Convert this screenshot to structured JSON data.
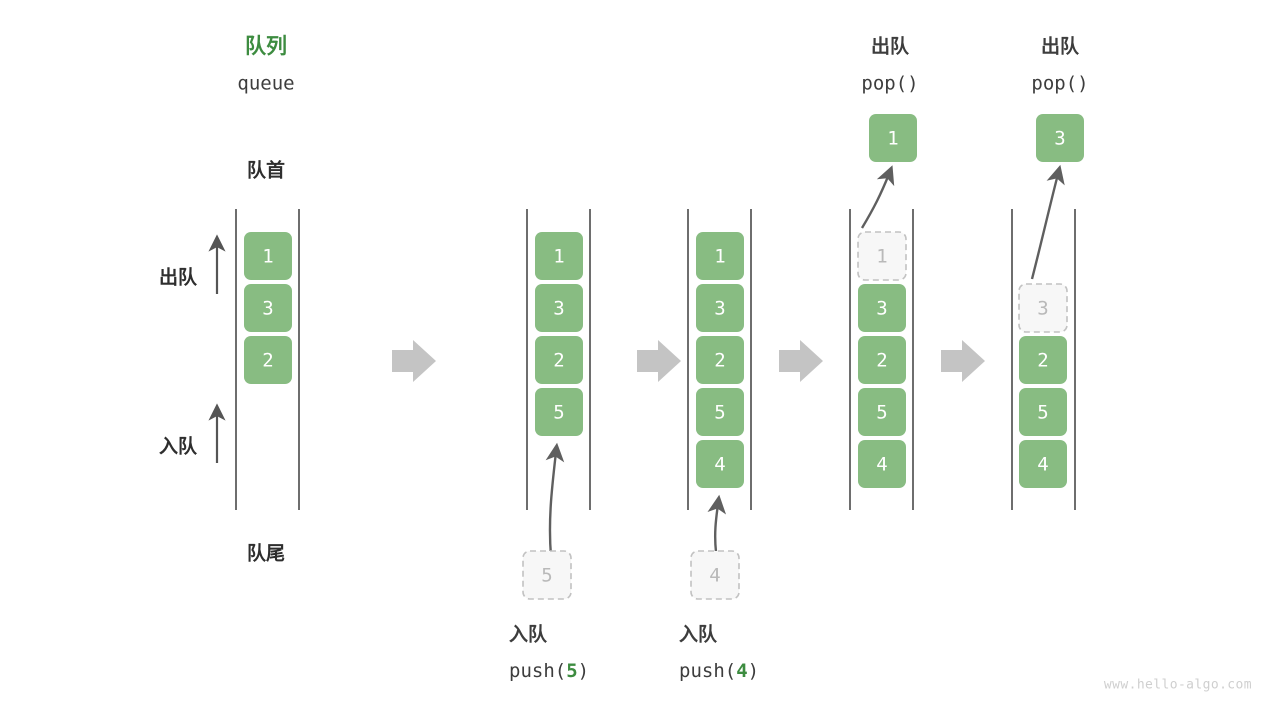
{
  "meta": {
    "title_cjk": "队列",
    "title_en": "queue",
    "watermark": "www.hello-algo.com",
    "colors": {
      "cell_green": "#88bc82",
      "accent_green": "#3d8c40",
      "ghost_fill": "#f7f7f7",
      "ghost_border": "#c2c2c2",
      "rail": "#4a4a4a",
      "step_arrow": "#c4c4c4",
      "text_dark": "#3d3d3d",
      "watermark": "#cfcfcf"
    }
  },
  "labels": {
    "front": "队首",
    "rear": "队尾",
    "dequeue": "出队",
    "enqueue": "入队"
  },
  "columns": [
    {
      "id": "initial",
      "header_cjk": "队列",
      "header_en": "queue",
      "cells": [
        {
          "value": "1",
          "state": "filled",
          "slot": 0
        },
        {
          "value": "3",
          "state": "filled",
          "slot": 1
        },
        {
          "value": "2",
          "state": "filled",
          "slot": 2
        }
      ],
      "popped": null,
      "incoming": null,
      "op_cjk": null,
      "op_call": null,
      "op_arg": null
    },
    {
      "id": "push-5",
      "header_cjk": null,
      "header_en": null,
      "cells": [
        {
          "value": "1",
          "state": "filled",
          "slot": 0
        },
        {
          "value": "3",
          "state": "filled",
          "slot": 1
        },
        {
          "value": "2",
          "state": "filled",
          "slot": 2
        },
        {
          "value": "5",
          "state": "filled",
          "slot": 3
        }
      ],
      "popped": null,
      "incoming": {
        "value": "5"
      },
      "op_cjk": "入队",
      "op_call": "push(",
      "op_arg": "5",
      "op_close": ")"
    },
    {
      "id": "push-4",
      "header_cjk": null,
      "header_en": null,
      "cells": [
        {
          "value": "1",
          "state": "filled",
          "slot": 0
        },
        {
          "value": "3",
          "state": "filled",
          "slot": 1
        },
        {
          "value": "2",
          "state": "filled",
          "slot": 2
        },
        {
          "value": "5",
          "state": "filled",
          "slot": 3
        },
        {
          "value": "4",
          "state": "filled",
          "slot": 4
        }
      ],
      "popped": null,
      "incoming": {
        "value": "4"
      },
      "op_cjk": "入队",
      "op_call": "push(",
      "op_arg": "4",
      "op_close": ")"
    },
    {
      "id": "pop-1",
      "header_cjk": "出队",
      "header_en": "pop()",
      "cells": [
        {
          "value": "1",
          "state": "ghost",
          "slot": 0
        },
        {
          "value": "3",
          "state": "filled",
          "slot": 1
        },
        {
          "value": "2",
          "state": "filled",
          "slot": 2
        },
        {
          "value": "5",
          "state": "filled",
          "slot": 3
        },
        {
          "value": "4",
          "state": "filled",
          "slot": 4
        }
      ],
      "popped": {
        "value": "1"
      },
      "incoming": null,
      "op_cjk": null,
      "op_call": null,
      "op_arg": null
    },
    {
      "id": "pop-3",
      "header_cjk": "出队",
      "header_en": "pop()",
      "cells": [
        {
          "value": "3",
          "state": "ghost",
          "slot": 1
        },
        {
          "value": "2",
          "state": "filled",
          "slot": 2
        },
        {
          "value": "5",
          "state": "filled",
          "slot": 3
        },
        {
          "value": "4",
          "state": "filled",
          "slot": 4
        }
      ],
      "popped": {
        "value": "3"
      },
      "incoming": null,
      "op_cjk": null,
      "op_call": null,
      "op_arg": null
    }
  ],
  "step_arrows": [
    {
      "from": "initial",
      "to": "push-5"
    },
    {
      "from": "push-5",
      "to": "push-4"
    },
    {
      "from": "push-4",
      "to": "pop-1"
    },
    {
      "from": "pop-1",
      "to": "pop-3"
    }
  ]
}
